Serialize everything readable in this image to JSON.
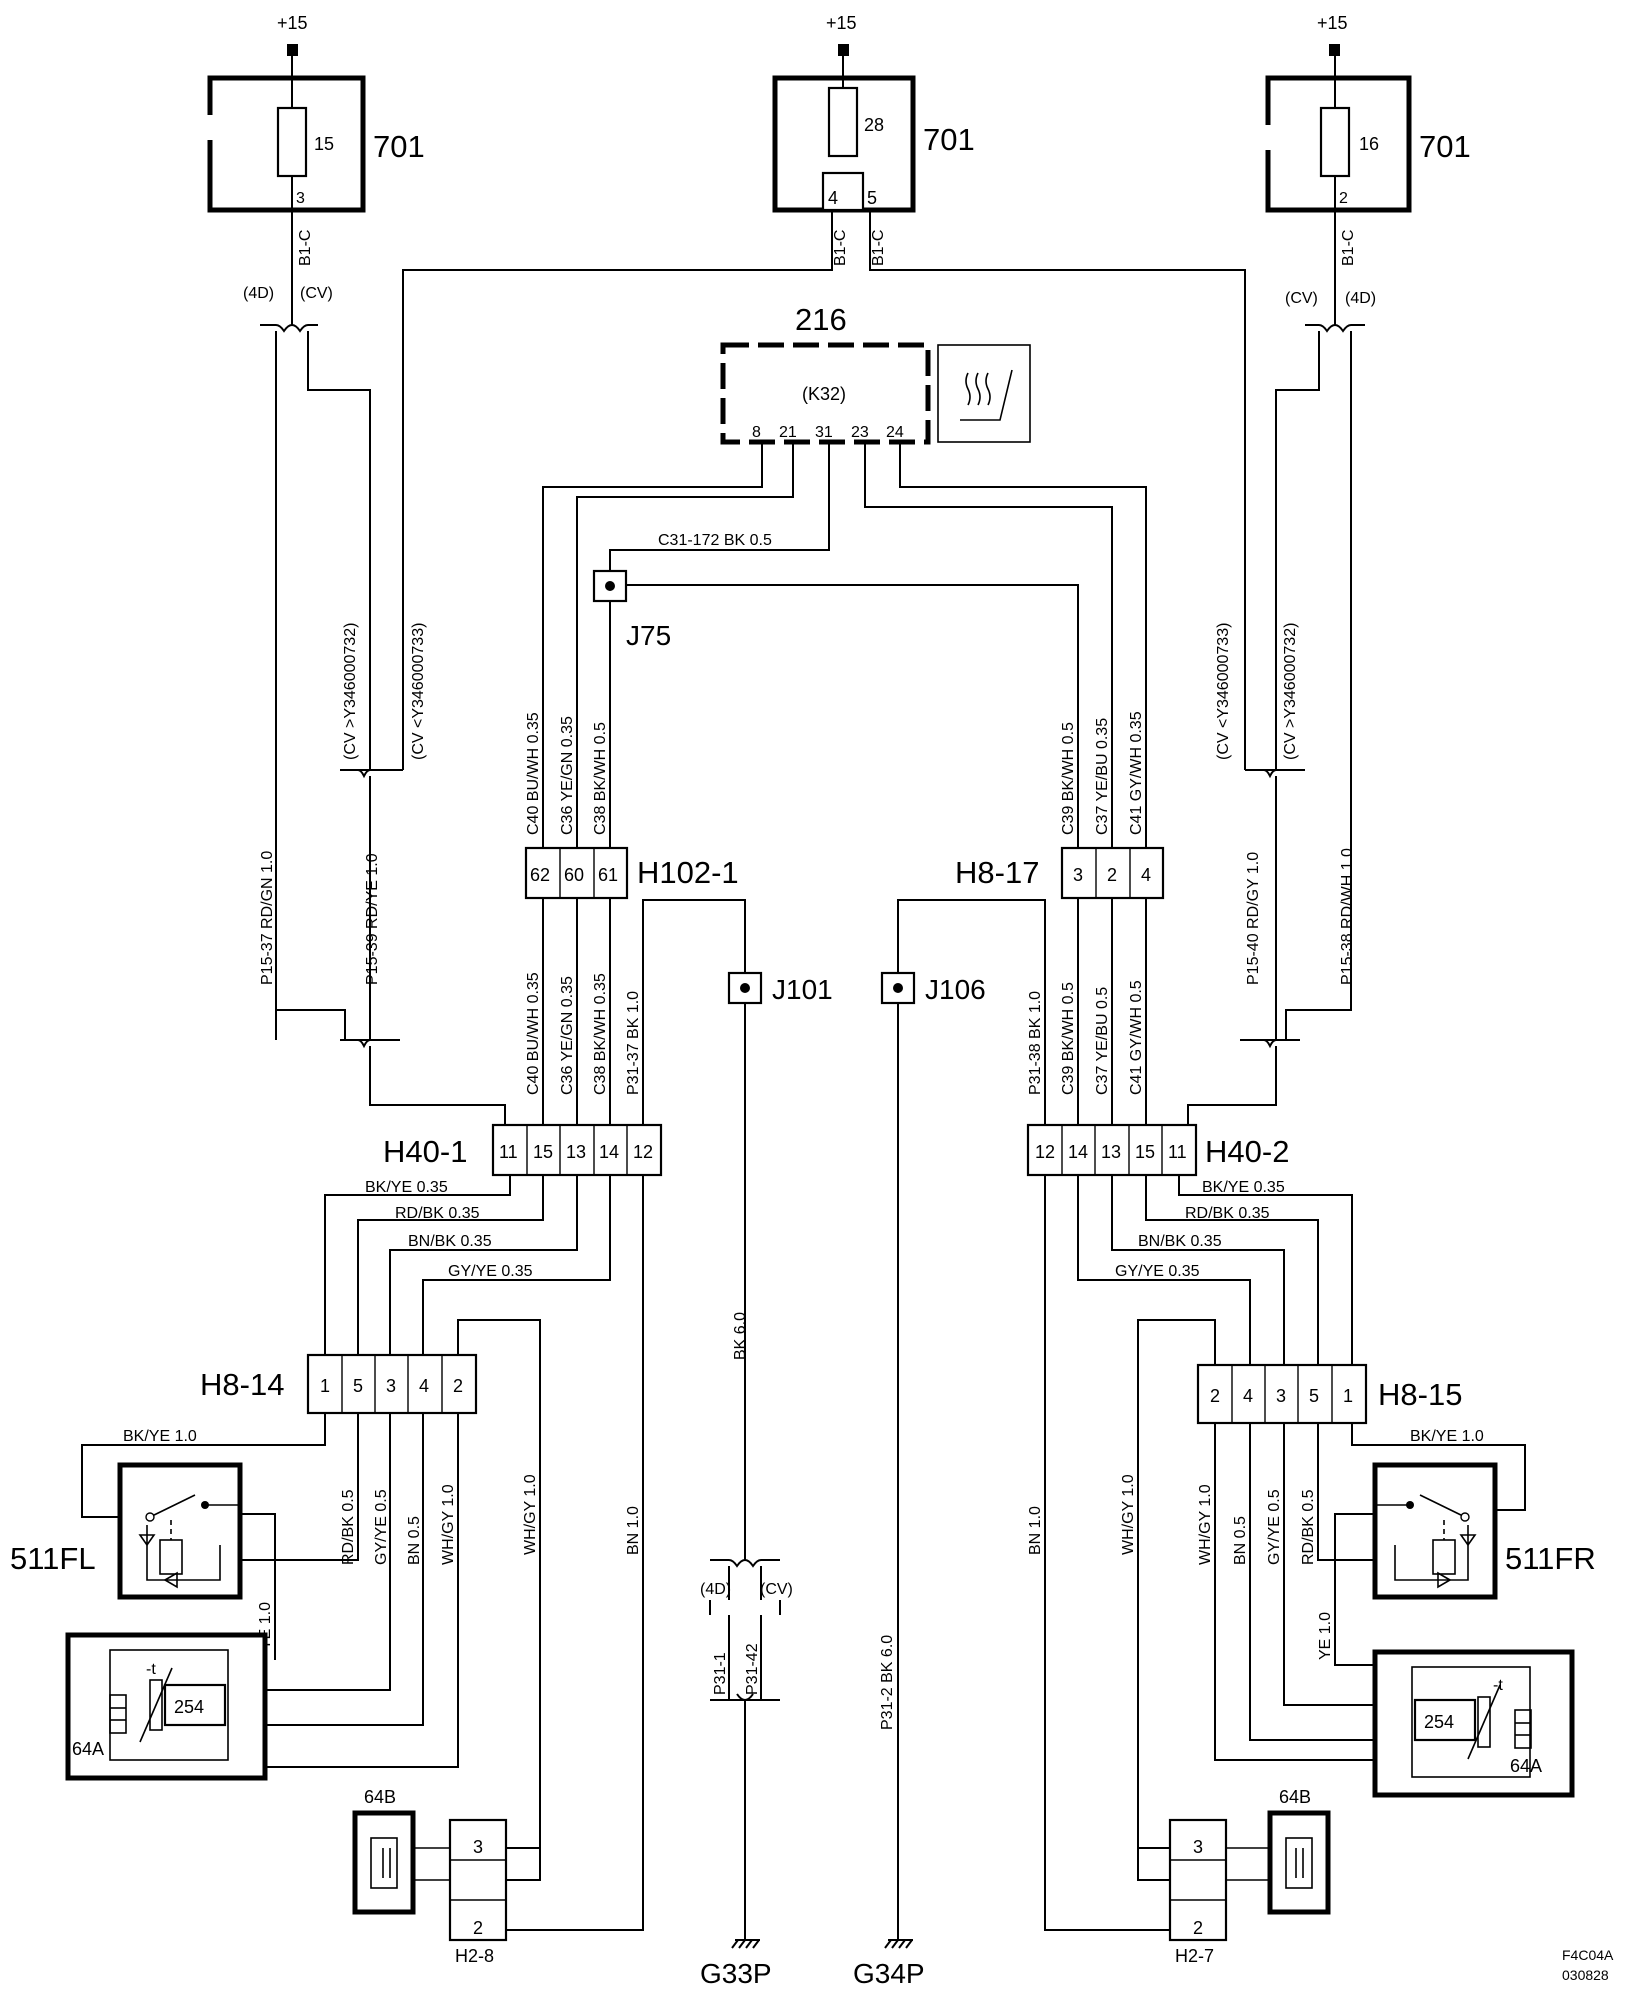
{
  "power": {
    "plus15": "+15"
  },
  "fusebox": {
    "id": "701",
    "left": {
      "fuse": "15",
      "pin": "3",
      "wire": "B1-C"
    },
    "mid": {
      "fuse": "28",
      "pin_a": "4",
      "pin_b": "5",
      "wire_a": "B1-C",
      "wire_b": "B1-C"
    },
    "right": {
      "fuse": "16",
      "pin": "2",
      "wire": "B1-C"
    }
  },
  "variants": {
    "d4": "(4D)",
    "cv": "(CV)",
    "cv_new": "(CV >Y346000732)",
    "cv_old": "(CV <Y346000733)"
  },
  "module": {
    "id": "216",
    "code": "(K32)",
    "pins": [
      "8",
      "21",
      "31",
      "23",
      "24"
    ],
    "icon": "seat-heater-icon"
  },
  "splices": {
    "j75": "J75",
    "j101": "J101",
    "j106": "J106"
  },
  "connectors": {
    "h102_1": {
      "id": "H102-1",
      "pins": [
        "62",
        "60",
        "61"
      ]
    },
    "h8_17": {
      "id": "H8-17",
      "pins": [
        "3",
        "2",
        "4"
      ]
    },
    "h40_1": {
      "id": "H40-1",
      "pins": [
        "11",
        "15",
        "13",
        "14",
        "12"
      ]
    },
    "h40_2": {
      "id": "H40-2",
      "pins": [
        "12",
        "14",
        "13",
        "15",
        "11"
      ]
    },
    "h8_14": {
      "id": "H8-14",
      "pins": [
        "1",
        "5",
        "3",
        "4",
        "2"
      ]
    },
    "h8_15": {
      "id": "H8-15",
      "pins": [
        "2",
        "4",
        "3",
        "5",
        "1"
      ]
    },
    "h2_8": {
      "id": "H2-8",
      "pins": [
        "3",
        "2"
      ]
    },
    "h2_7": {
      "id": "H2-7",
      "pins": [
        "3",
        "2"
      ]
    }
  },
  "wires": {
    "c31": "C31-172  BK   0.5",
    "c40": "C40  BU/WH  0.35",
    "c36": "C36  YE/GN  0.35",
    "c38": "C38  BK/WH  0.5",
    "c40b": "C40  BU/WH 0.35",
    "c36b": "C36  YE/GN 0.35",
    "c38b": "C38  BK/WH 0.35",
    "p31_37": "P31-37  BK  1.0",
    "c39": "C39  BK/WH  0.5",
    "c37": "C37  YE/BU  0.35",
    "c41": "C41  GY/WH  0.35",
    "c39b": "C39  BK/WH  0.5",
    "c37b": "C37  YE/BU  0.5",
    "c41b": "C41  GY/WH  0.5",
    "p31_38": "P31-38  BK  1.0",
    "p15_37": "P15-37  RD/GN 1.0",
    "p15_39": "P15-39  RD/YE 1.0",
    "p15_40": "P15-40  RD/GY 1.0",
    "p15_38": "P15-38  RD/WH 1.0",
    "bkye035": "BK/YE  0.35",
    "rdbk035": "RD/BK  0.35",
    "bnbk035": "BN/BK  0.35",
    "gyye035": "GY/YE  0.35",
    "bkye10": "BK/YE   1.0",
    "rdbk05": "RD/BK  0.5",
    "gyye05": "GY/YE  0.5",
    "bn05": "BN  0.5",
    "whgy10": "WH/GY  1.0",
    "bn10": "BN   1.0",
    "ye10": "YE   1.0",
    "bk60": "BK  6.0",
    "p31_1": "P31-1",
    "p31_42": "P31-42",
    "p31_2": "P31-2  BK  6.0"
  },
  "components": {
    "fl": "511FL",
    "fr": "511FR",
    "a64": "64A",
    "b64": "64B",
    "c254": "254"
  },
  "grounds": {
    "g33": "G33P",
    "g34": "G34P"
  },
  "figure": {
    "code": "F4C04A",
    "date": "030828"
  }
}
